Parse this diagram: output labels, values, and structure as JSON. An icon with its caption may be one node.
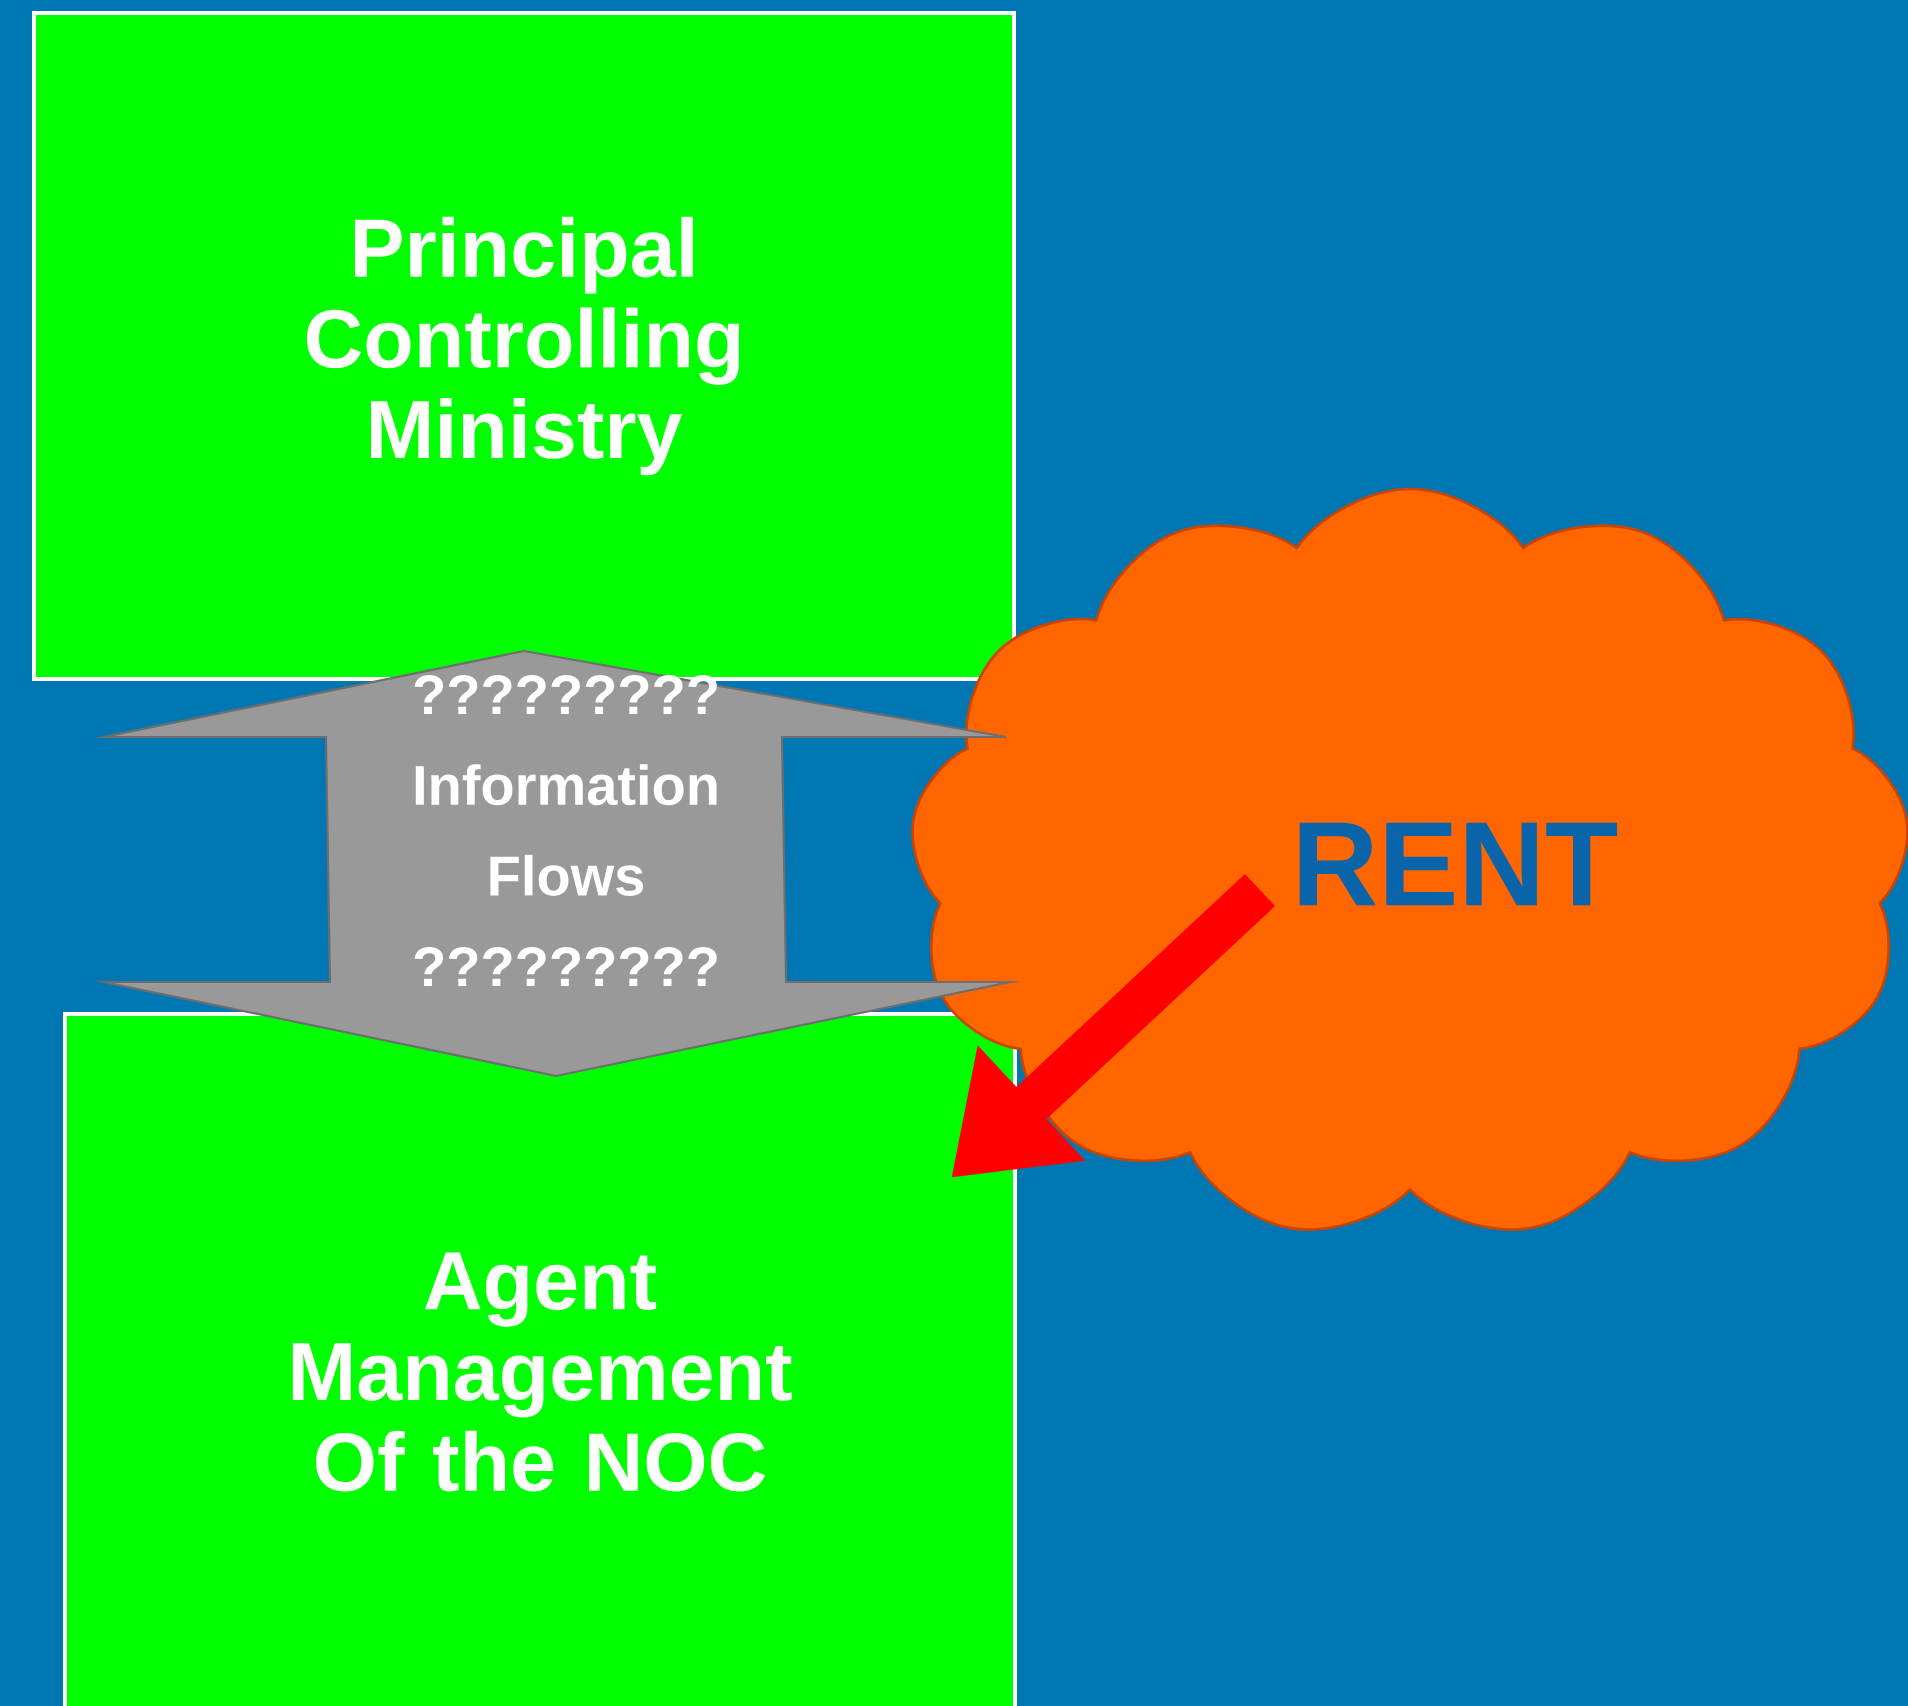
{
  "diagram": {
    "nodes": [
      {
        "text": [
          "Principal Controlling Ministry"
        ]
      },
      {
        "text": [
          "Agent Management Of the NOC"
        ]
      },
      {
        "text": [
          "RENT"
        ]
      }
    ],
    "edges": [
      {
        "from": 0,
        "to": 1,
        "arrow": "both",
        "label": "????????? Information Flows ?????????",
        "color": "#999999"
      },
      {
        "from": 2,
        "to": 1,
        "arrow": "to",
        "color": "#ff0000"
      }
    ]
  }
}
